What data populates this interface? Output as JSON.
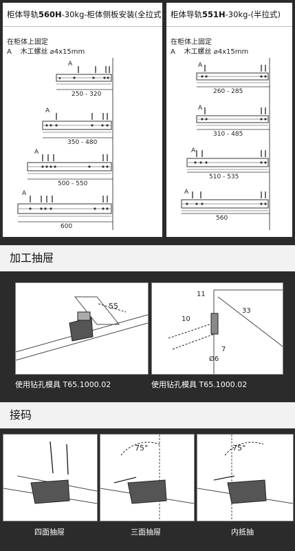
{
  "left_panel": {
    "title_prefix": "柜体导轨",
    "title_model": "560H",
    "title_suffix": "-30kg-柜体侧板安装(全拉式)",
    "note_line1": "在柜体上固定",
    "note_line2_label": "A",
    "note_line2_text": "木工螺丝",
    "note_line2_spec": "4x15mm",
    "dims": [
      "250 - 320",
      "350 - 480",
      "500 - 550",
      "600"
    ]
  },
  "right_panel": {
    "title_prefix": "柜体导轨",
    "title_model": "551H",
    "title_suffix": "-30kg-(半拉式)",
    "note_line1": "在柜体上固定",
    "note_line2_label": "A",
    "note_line2_text": "木工螺丝",
    "note_line2_spec": "4x15mm",
    "dims": [
      "260 - 285",
      "310 - 485",
      "510 - 535",
      "560"
    ]
  },
  "screw_label": "A",
  "machining": {
    "title": "加工抽屉",
    "fig1_dim": "55",
    "fig2_dims": [
      "11",
      "10",
      "33",
      "7",
      "Ø6"
    ],
    "caption_left_prefix": "使用钻孔模具",
    "caption_left_code": "T65.1000.02",
    "caption_right_prefix": "使用钻孔模具",
    "caption_right_code": "T65.1000.02"
  },
  "connection": {
    "title": "接码",
    "angle_label": "75°",
    "captions": [
      "四面抽屉",
      "三面抽屉",
      "内抵抽"
    ]
  },
  "colors": {
    "background": "#2b2b2b",
    "panel": "#ffffff",
    "section_header": "#f2f2f2",
    "line": "#444444"
  }
}
